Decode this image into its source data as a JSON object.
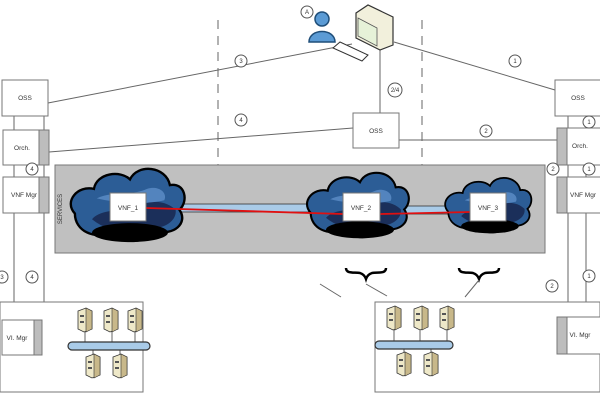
{
  "nodes": {
    "oss_left": "OSS",
    "oss_center": "OSS",
    "oss_right": "OSS",
    "orch_left": "Orch.",
    "orch_right": "Orch.",
    "vnf_mgr_left": "VNF Mgr",
    "vnf_mgr_right": "VNF Mgr",
    "vi_mgr_left": "VI. Mgr",
    "vi_mgr_right": "VI. Mgr"
  },
  "services_label": "SERVICES",
  "vnfs": [
    "VNF_1",
    "VNF_2",
    "VNF_3"
  ],
  "step_labels": {
    "user": "A",
    "oss_left_link": "3",
    "orch_left_link": "4",
    "terminal_oss_center": "2/4",
    "terminal_oss_right": "1",
    "oss_center_orch_right": "2",
    "left_orch_vnfmgr": "4",
    "left_vi_a": "3",
    "left_vi_b": "4",
    "right_oss_orch": "1",
    "right_orch_vnfmgr_a": "2",
    "right_orch_vnfmgr_b": "1",
    "right_vi_a": "1",
    "right_vi_b": "2"
  },
  "colors": {
    "services_band": "#c0c0c0",
    "cloud": "#2f5f99",
    "service_path": "#e01010",
    "pipe": "#a9cbe8"
  },
  "icons": [
    "user-icon",
    "computer-icon",
    "keyboard-icon",
    "cloud-icon",
    "server-icon",
    "brace-icon"
  ]
}
